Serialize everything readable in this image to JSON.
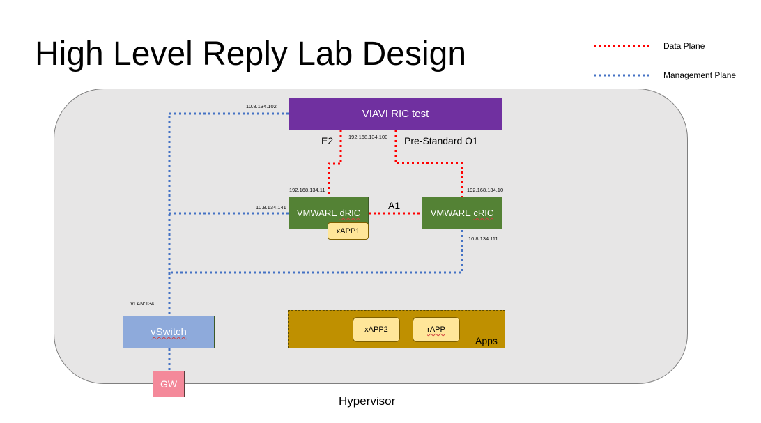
{
  "title": "High Level Reply Lab Design",
  "legend": {
    "items": [
      {
        "label": "Data Plane",
        "color": "#ff0000"
      },
      {
        "label": "Management Plane",
        "color": "#4472c4"
      }
    ]
  },
  "hypervisor": {
    "label": "Hypervisor",
    "fill": "#e7e6e6"
  },
  "nodes": {
    "viavi": {
      "label": "VIAVI RIC test",
      "color": "#7030a0"
    },
    "dric": {
      "label_main": "VMWARE ",
      "label_mark": "dRIC",
      "color": "#548235"
    },
    "cric": {
      "label_main": "VMWARE ",
      "label_mark": "cRIC",
      "color": "#548235"
    },
    "xapp1": {
      "label": "xAPP1"
    },
    "vswitch": {
      "label": "vSwitch",
      "color": "#8eaadb"
    },
    "gw": {
      "label": "GW",
      "color": "#f4899a"
    },
    "apps": {
      "label": "Apps",
      "color": "#bf9000",
      "items": [
        "xAPP2",
        "rAPP"
      ]
    }
  },
  "ips": {
    "viavi_mgmt": "10.8.134.102",
    "viavi_data": "192.168.134.100",
    "dric_data": "192.168.134.11",
    "dric_mgmt": "10.8.134.141",
    "cric_data": "192.168.134.10",
    "cric_mgmt": "10.8.134.111",
    "vlan": "VLAN:134"
  },
  "interfaces": {
    "e2": "E2",
    "o1": "Pre-Standard O1",
    "a1": "A1"
  }
}
